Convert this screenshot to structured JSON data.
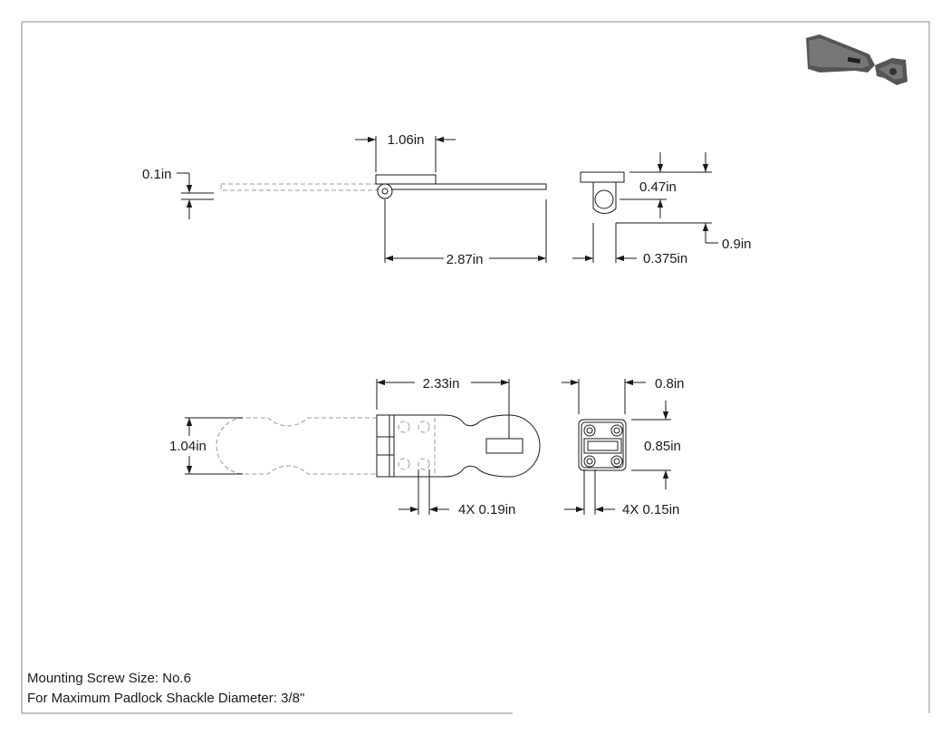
{
  "dimensions": {
    "d_1_06": "1.06in",
    "d_0_1": "0.1in",
    "d_2_87": "2.87in",
    "d_0_47": "0.47in",
    "d_0_9": "0.9in",
    "d_0_375": "0.375in",
    "d_2_33": "2.33in",
    "d_1_04": "1.04in",
    "d_4x_0_19": "4X 0.19in",
    "d_0_8": "0.8in",
    "d_0_85": "0.85in",
    "d_4x_0_15": "4X 0.15in"
  },
  "notes": {
    "screw": "Mounting Screw Size: No.6",
    "shackle": "For Maximum Padlock Shackle Diameter: 3/8\""
  },
  "colors": {
    "line": "#1a1a1a",
    "hidden": "#999999",
    "border": "#888888",
    "thumb": "#555555"
  }
}
